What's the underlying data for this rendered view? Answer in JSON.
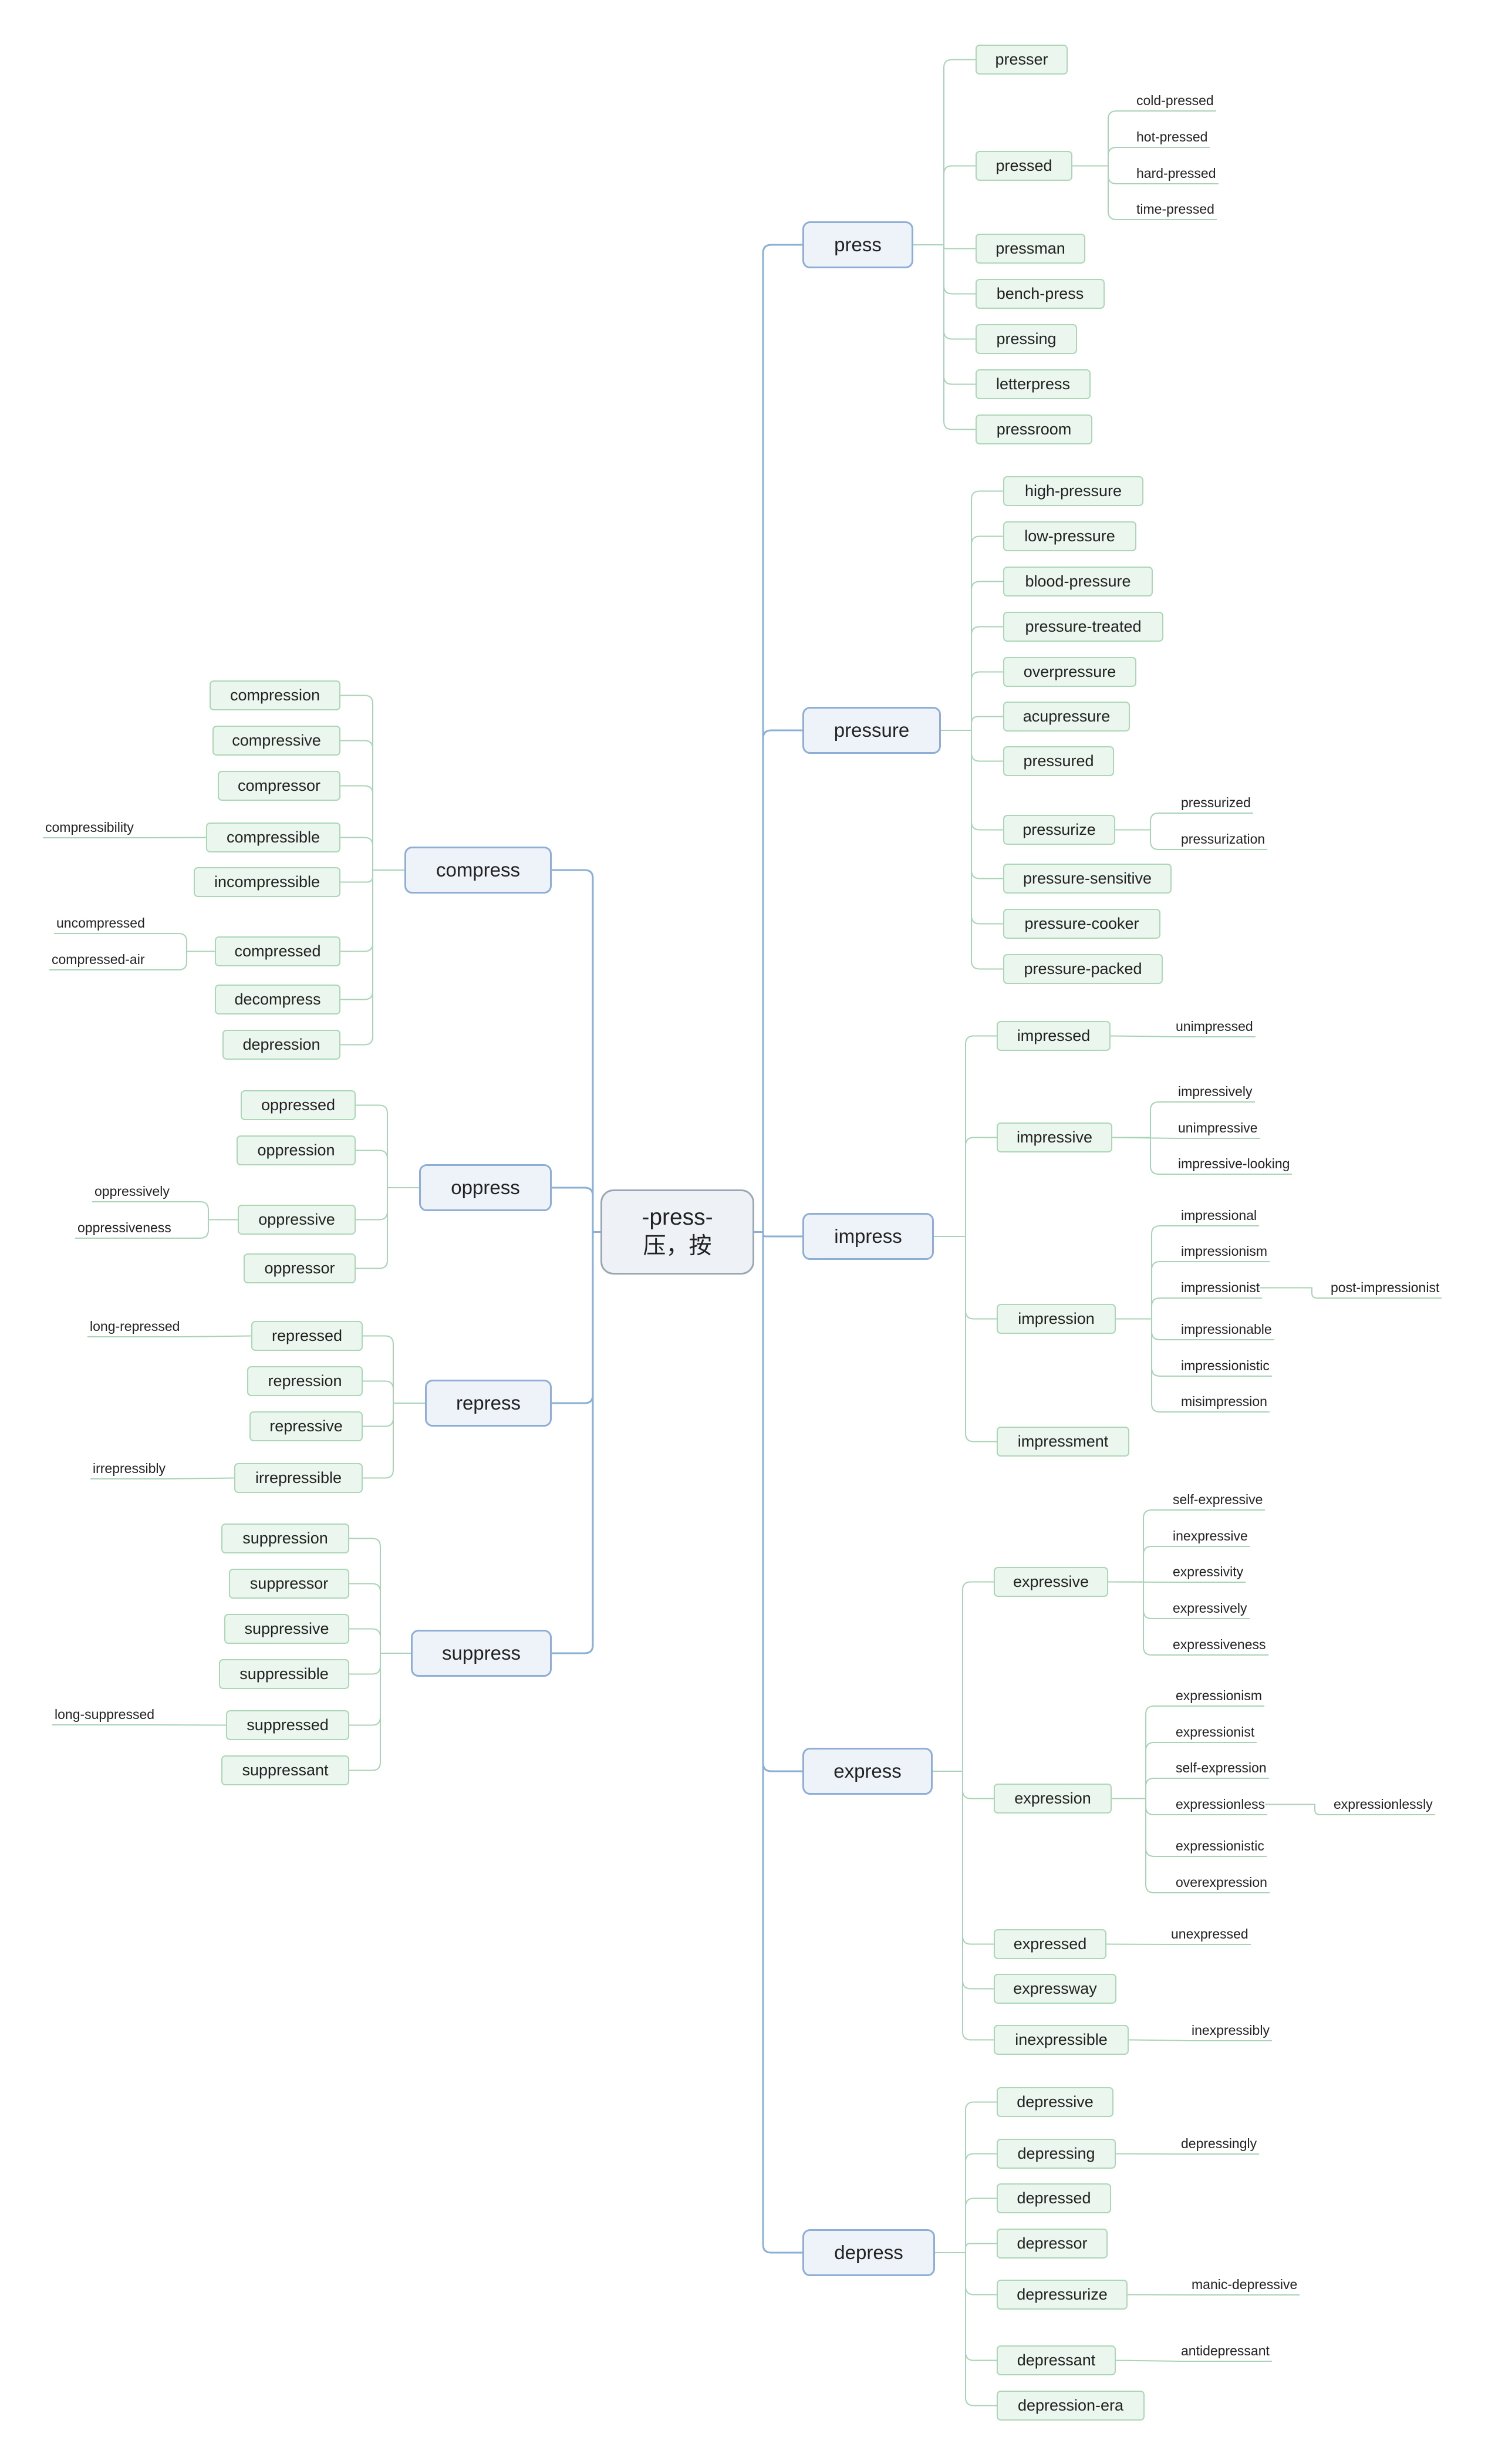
{
  "root": {
    "line1": "-press-",
    "line2": "压，按"
  },
  "branches": {
    "press": {
      "label": "press",
      "children": [
        "presser",
        "pressed",
        "pressman",
        "bench-press",
        "pressing",
        "letterpress",
        "pressroom"
      ],
      "pressed_children": [
        "cold-pressed",
        "hot-pressed",
        "hard-pressed",
        "time-pressed"
      ]
    },
    "pressure": {
      "label": "pressure",
      "children": [
        "high-pressure",
        "low-pressure",
        "blood-pressure",
        "pressure-treated",
        "overpressure",
        "acupressure",
        "pressured",
        "pressurize",
        "pressure-sensitive",
        "pressure-cooker",
        "pressure-packed"
      ],
      "pressurize_children": [
        "pressurized",
        "pressurization"
      ]
    },
    "impress": {
      "label": "impress",
      "children": [
        "impressed",
        "impressive",
        "impression",
        "impressment"
      ],
      "impressed_children": [
        "unimpressed"
      ],
      "impressive_children": [
        "impressively",
        "unimpressive",
        "impressive-looking"
      ],
      "impression_children": [
        "impressional",
        "impressionism",
        "impressionist",
        "impressionable",
        "impressionistic",
        "misimpression"
      ],
      "impressionist_children": [
        "post-impressionist"
      ]
    },
    "express": {
      "label": "express",
      "children": [
        "expressive",
        "expression",
        "expressed",
        "expressway",
        "inexpressible"
      ],
      "expressive_children": [
        "self-expressive",
        "inexpressive",
        "expressivity",
        "expressively",
        "expressiveness"
      ],
      "expression_children": [
        "expressionism",
        "expressionist",
        "self-expression",
        "expressionless",
        "expressionistic",
        "overexpression"
      ],
      "expressionless_children": [
        "expressionlessly"
      ],
      "expressed_children": [
        "unexpressed"
      ],
      "inexpressible_children": [
        "inexpressibly"
      ]
    },
    "depress": {
      "label": "depress",
      "children": [
        "depressive",
        "depressing",
        "depressed",
        "depressor",
        "depressurize",
        "depressant",
        "depression-era"
      ],
      "depressing_children": [
        "depressingly"
      ],
      "depressurize_children": [
        "manic-depressive"
      ],
      "depressant_children": [
        "antidepressant"
      ]
    },
    "compress": {
      "label": "compress",
      "children": [
        "compression",
        "compressive",
        "compressor",
        "compressible",
        "incompressible",
        "compressed",
        "decompress",
        "depression"
      ],
      "compressible_children": [
        "compressibility"
      ],
      "compressed_children": [
        "uncompressed",
        "compressed-air"
      ]
    },
    "oppress": {
      "label": "oppress",
      "children": [
        "oppressed",
        "oppression",
        "oppressive",
        "oppressor"
      ],
      "oppressive_children": [
        "oppressively",
        "oppressiveness"
      ]
    },
    "repress": {
      "label": "repress",
      "children": [
        "repressed",
        "repression",
        "repressive",
        "irrepressible"
      ],
      "repressed_children": [
        "long-repressed"
      ],
      "irrepressible_children": [
        "irrepressibly"
      ]
    },
    "suppress": {
      "label": "suppress",
      "children": [
        "suppression",
        "suppressor",
        "suppressive",
        "suppressible",
        "suppressed",
        "suppressant"
      ],
      "suppressed_children": [
        "long-suppressed"
      ]
    }
  },
  "colors": {
    "main_border": "#8faed6",
    "main_fill": "#eef3f9",
    "sub_border": "#abd7b6",
    "sub_fill": "#eaf6ee",
    "line_main": "#8ab0d6",
    "line_sub": "#a9d3b6",
    "root_border": "#9aa7b4"
  }
}
